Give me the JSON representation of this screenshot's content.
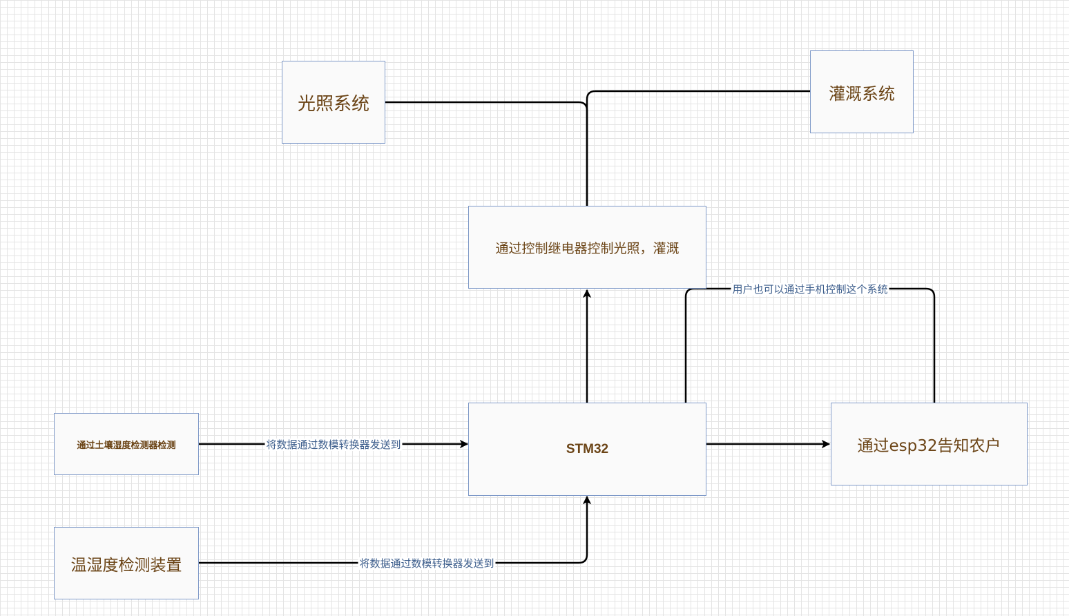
{
  "nodes": {
    "lighting_system": "光照系统",
    "irrigation_system": "灌溉系统",
    "relay_control": "通过控制继电器控制光照，灌溉",
    "soil_sensor": "通过土壤湿度检测器检测",
    "stm32": "STM32",
    "esp32_notify": "通过esp32告知农户",
    "temp_humidity": "温湿度检测装置"
  },
  "edge_labels": {
    "soil_to_stm32": "将数据通过数模转换器发送到",
    "temp_to_stm32": "将数据通过数模转换器发送到",
    "phone_control": "用户也可以通过手机控制这个系统"
  },
  "colors": {
    "node_border": "#7d98c7",
    "node_fill": "#fafafa",
    "node_text": "#6b4416",
    "edge_label_text": "#3d5e8c",
    "edge_stroke": "#000000",
    "grid": "#e4e4e4"
  }
}
